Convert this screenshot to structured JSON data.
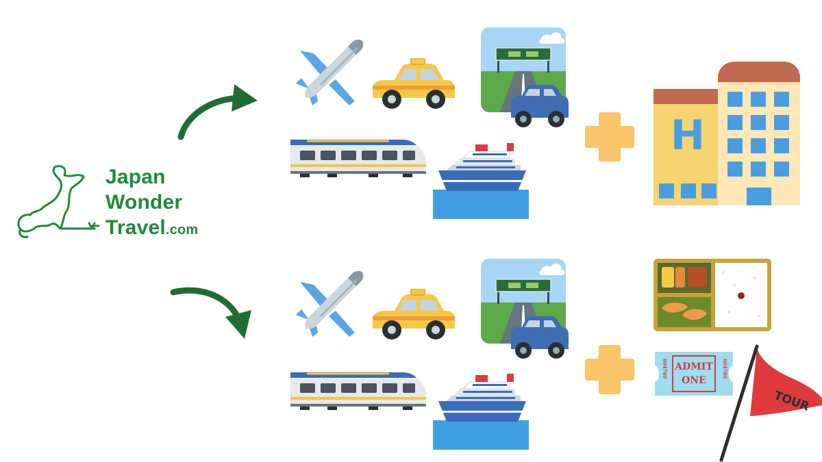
{
  "logo": {
    "line1": "Japan",
    "line2": "Wonder",
    "line3": "Travel",
    "domain": ".com",
    "color": "#1e8a3a"
  },
  "ticket": {
    "line1": "ADMIT",
    "line2": "ONE",
    "serial": "604760"
  },
  "flag": {
    "label": "TOUR"
  },
  "hotel": {
    "sign": "H"
  },
  "colors": {
    "arrow": "#1e6e33",
    "plus": "#f9c46a",
    "flag": "#e03a3e",
    "taxi": "#f6c945",
    "hotel_wall": "#f6d470",
    "hotel_window": "#4a9ee0"
  },
  "icons": [
    "airplane-icon",
    "taxi-icon",
    "highway-car-icon",
    "train-icon",
    "cruise-ship-icon",
    "plus-icon",
    "hotel-icon",
    "bento-box-icon",
    "admit-one-ticket-icon",
    "tour-flag-icon",
    "curved-arrow-icon"
  ]
}
